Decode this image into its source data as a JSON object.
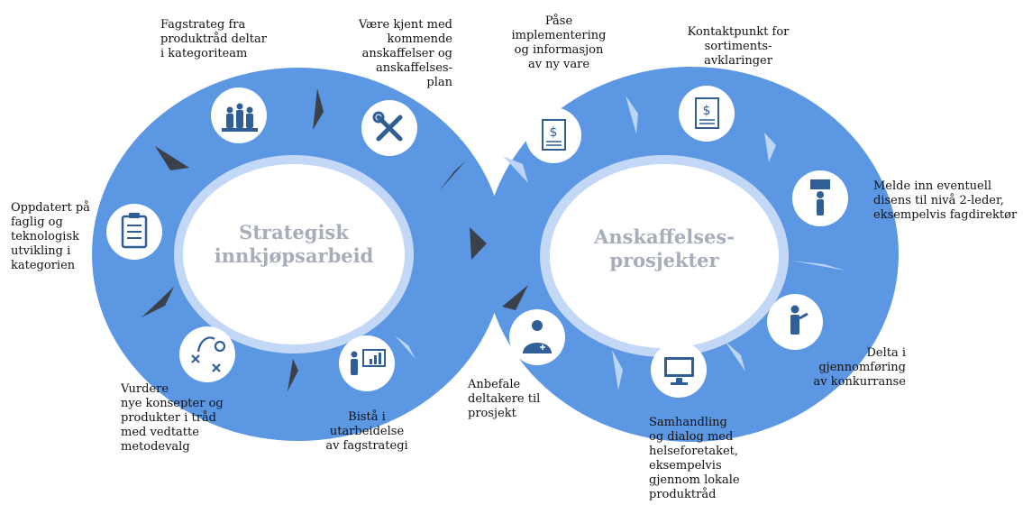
{
  "left_loop": {
    "title": "Strategisk\ninnkjøpsarbeid"
  },
  "right_loop": {
    "title": "Anskaffelses-\nprosjekter"
  },
  "labels": {
    "fagstrateg": "Fagstrateg  fra\nproduktråd deltar\ni kategoriteam",
    "kjent": "Være kjent med\nkommende\nanskaffelser og\nanskaffelses-\nplan",
    "oppdatert": "Oppdatert på\nfaglig og\nteknologisk\nutvikling i\nkategorien",
    "vurdere": "Vurdere\nnye konsepter  og\nprodukter  i tråd\nmed vedtatte\nmetodevalg",
    "bista": "Bistå i\nutarbeidelse\nav fagstrategi",
    "pase": "Påse\nimplementering\nog informasjon\nav ny vare",
    "kontakt": "Kontaktpunkt for\nsortiments-\navklaringer",
    "melde": "Melde inn eventuell\ndisens til nivå 2-leder,\neksempelvis fagdirektør",
    "delta": "Delta i\ngjennomføring\nav konkurranse",
    "samhandling": "Samhandling\nog dialog med\nhelseforetaket,\neksempelvis\ngjennom lokale\nproduktråd",
    "anbefale": "Anbefale\ndeltakere til\nprosjekt"
  },
  "icons": [
    "team-people-icon",
    "tools-icon",
    "clipboard-checklist-icon",
    "strategy-play-icon",
    "presentation-icon",
    "price-document-icon",
    "price-document-2-icon",
    "sign-person-icon",
    "person-thinking-icon",
    "computer-monitor-icon",
    "doctor-icon"
  ],
  "colors": {
    "ring": "#5c97e4",
    "inner_ring": "#c3d8f6",
    "arrow_dark": "#3c4149",
    "arrow_light": "#bcd5f5",
    "title": "#a7aeb9"
  }
}
